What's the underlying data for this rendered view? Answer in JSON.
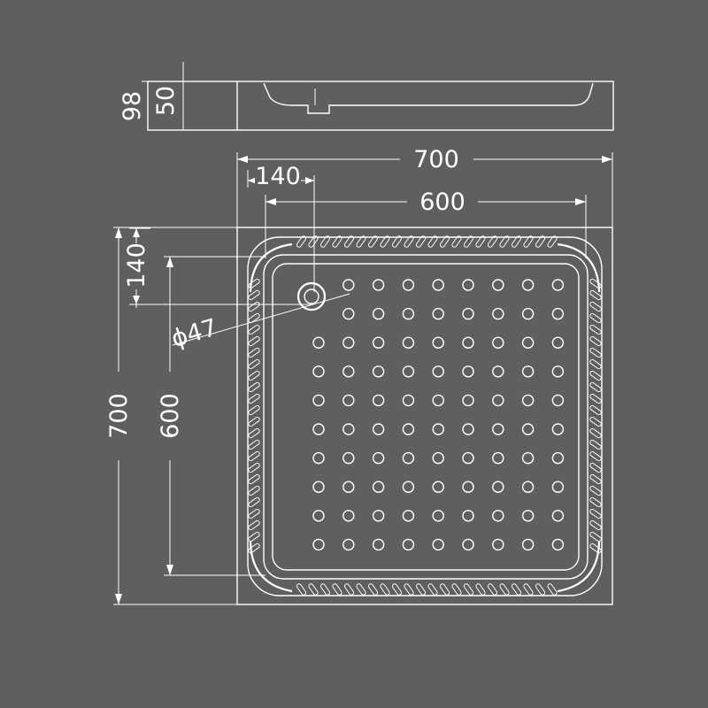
{
  "colors": {
    "background": "#5f5f5f",
    "line": "#ffffff"
  },
  "dimensions": {
    "side_height_total": "98",
    "side_depth": "50",
    "overall_width": "700",
    "drain_offset_x": "140",
    "inner_width": "600",
    "drain_offset_y": "140",
    "drain_diameter": "ϕ47",
    "overall_length": "700",
    "inner_length": "600"
  },
  "tray_pattern": {
    "dot_rows": 10,
    "dot_columns": 9,
    "drain_position": "top-left"
  }
}
